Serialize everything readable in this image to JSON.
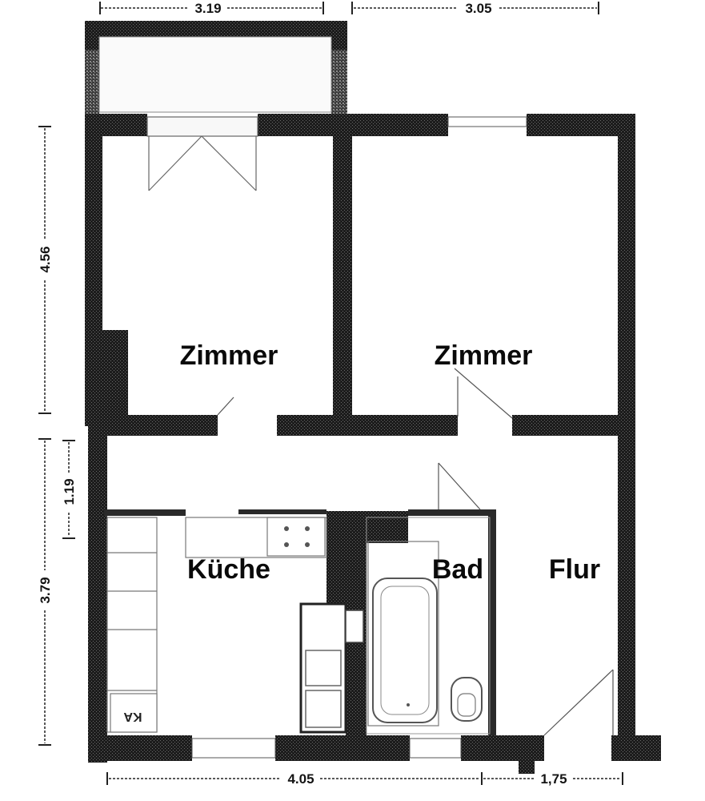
{
  "rooms": {
    "zimmer_left": "Zimmer",
    "zimmer_right": "Zimmer",
    "kueche": "Küche",
    "bad": "Bad",
    "flur": "Flur"
  },
  "fixtures": {
    "ka_label": "KA"
  },
  "dimensions": {
    "top_left": "3.19",
    "top_right": "3.05",
    "left_upper": "4.56",
    "left_lower": "3.79",
    "left_inner": "1.19",
    "bottom_left": "4.05",
    "bottom_right": "1,75"
  },
  "colors": {
    "wall": "#1c1c1c",
    "wall_hatch": "#5a5a5a",
    "line": "#222222"
  }
}
